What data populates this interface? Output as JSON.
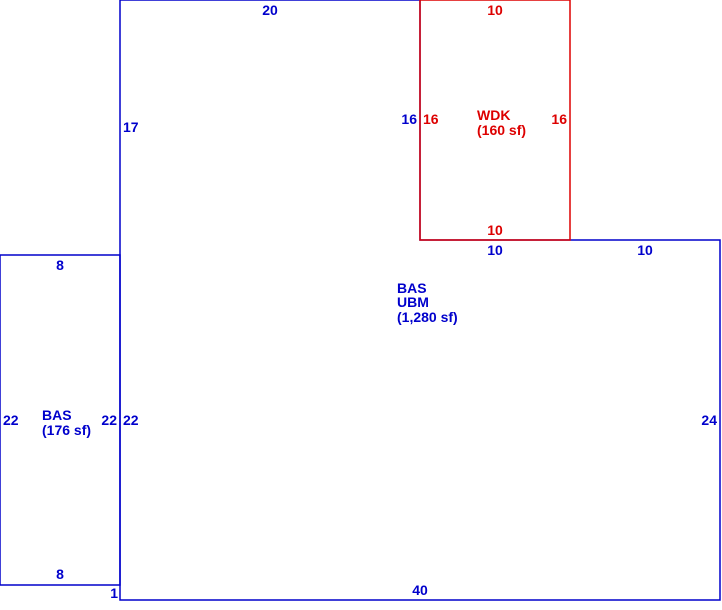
{
  "colors": {
    "main": "#0000cc",
    "deck": "#dd0000",
    "background": "#ffffff"
  },
  "areas": {
    "main": {
      "line1": "BAS",
      "line2": "UBM",
      "line3": "(1,280 sf)"
    },
    "left": {
      "line1": "BAS",
      "line2": "(176 sf)"
    },
    "deck": {
      "line1": "WDK",
      "line2": "(160 sf)"
    }
  },
  "dimensions": {
    "main_top": "20",
    "main_left_upper": "17",
    "main_right": "24",
    "main_bottom": "40",
    "main_notch_left": "10",
    "main_notch_right": "10",
    "main_inner_vertical": "16",
    "main_left_lower": "22",
    "main_offset": "1",
    "left_top": "8",
    "left_bottom": "8",
    "left_left": "22",
    "left_right": "22",
    "deck_top": "10",
    "deck_bottom": "10",
    "deck_left": "16",
    "deck_right": "16"
  }
}
